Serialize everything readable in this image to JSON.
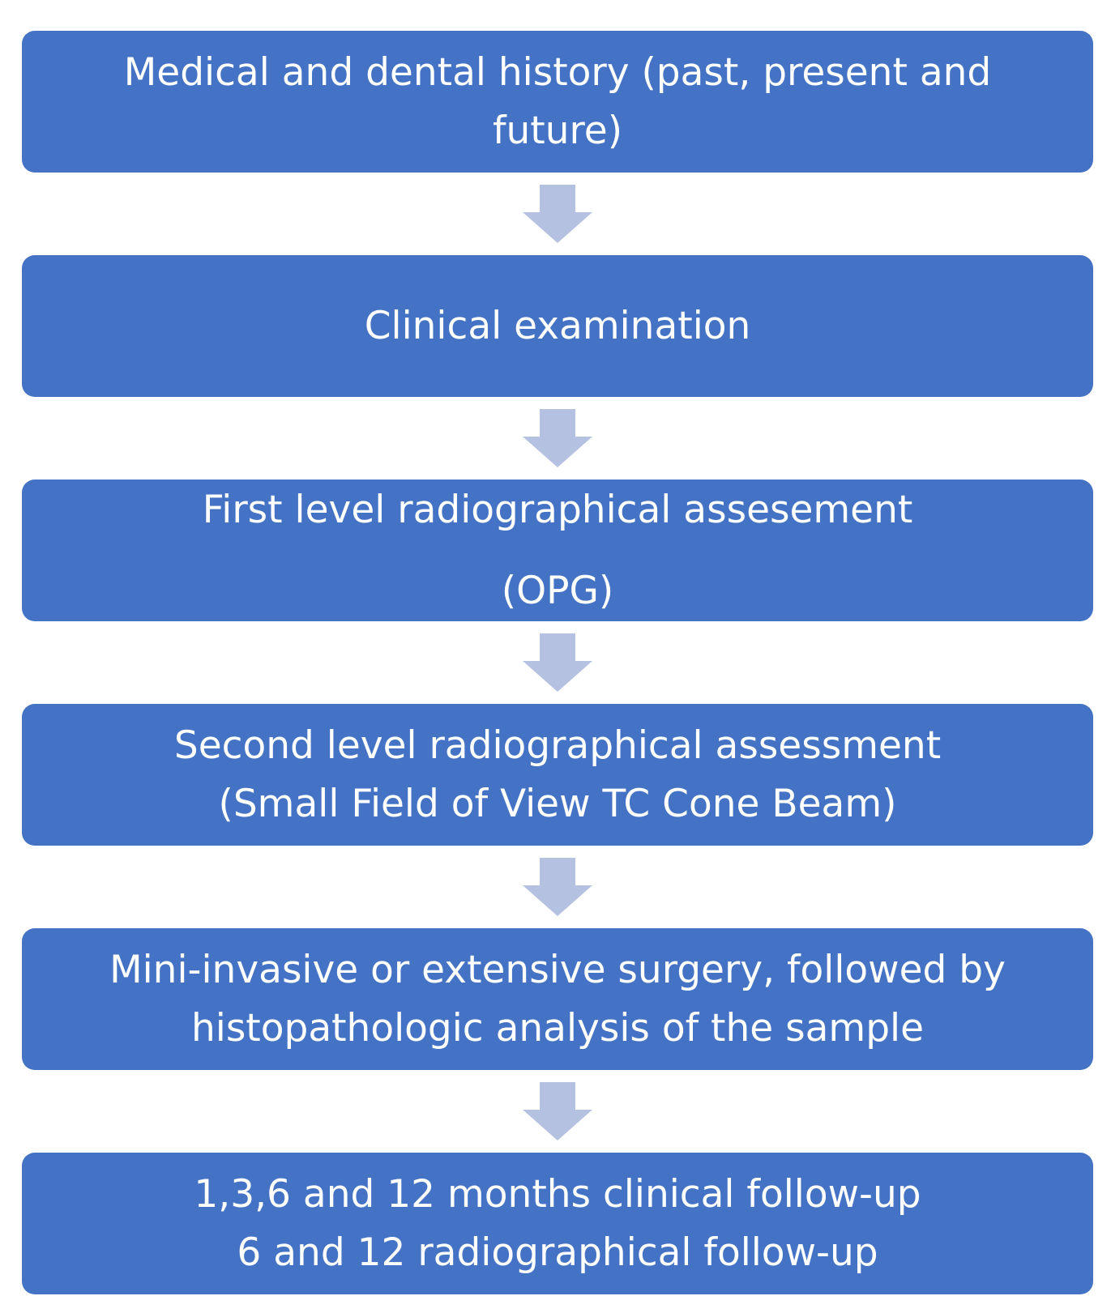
{
  "steps": [
    {
      "lines": [
        "Medical and dental history (past, present and",
        "future)"
      ]
    },
    {
      "lines": [
        "Clinical examination"
      ]
    },
    {
      "lines": [
        "First level radiographical assesement",
        "(OPG)"
      ]
    },
    {
      "lines": [
        "Second level radiographical assessment",
        "(Small Field of View TC Cone Beam)"
      ]
    },
    {
      "lines": [
        "Mini-invasive or extensive surgery, followed by",
        "histopathologic analysis of the sample"
      ]
    },
    {
      "lines": [
        "1,3,6 and 12 months clinical follow-up",
        "6 and 12 radiographical follow-up"
      ]
    }
  ],
  "colors": {
    "box_fill": "#4472c4",
    "box_text": "#ffffff",
    "arrow_fill": "#b4c1e0"
  }
}
